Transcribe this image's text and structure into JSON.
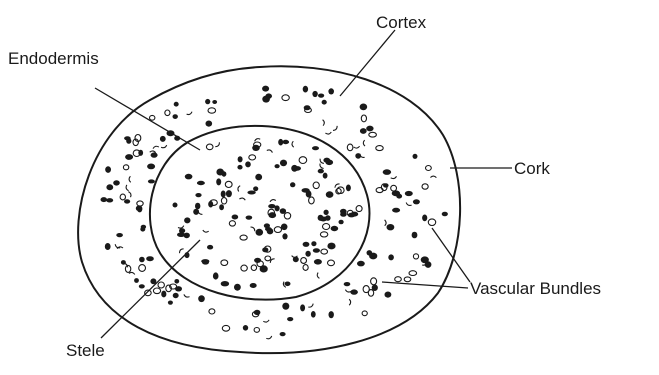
{
  "labels": {
    "cortex": "Cortex",
    "endodermis": "Endodermis",
    "cork": "Cork",
    "vascular_bundles": "Vascular Bundles",
    "stele": "Stele"
  },
  "colors": {
    "ink": "#1a1a1a",
    "background": "#ffffff"
  }
}
